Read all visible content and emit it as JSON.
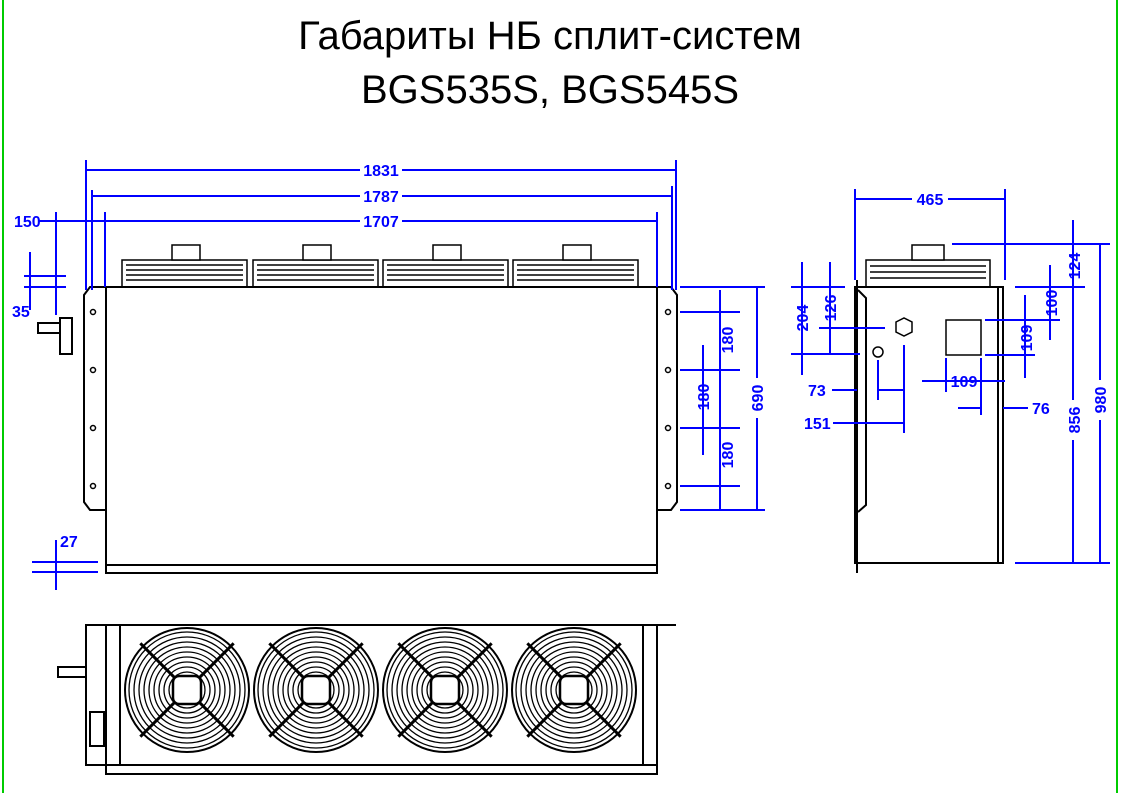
{
  "title": {
    "line1": "Габариты НБ сплит-систем",
    "line2": "BGS535S, BGS545S"
  },
  "front_view": {
    "dims": {
      "overall_width": "1831",
      "flange_width": "1787",
      "body_width": "1707",
      "pipe_offset": "150",
      "top_offset": "35",
      "bottom_strip": "27",
      "hole_pitch_1": "180",
      "hole_pitch_2": "180",
      "hole_pitch_3": "180",
      "flange_height": "690"
    }
  },
  "side_view": {
    "dims": {
      "depth": "465",
      "fan_height": "124",
      "total_height": "980",
      "body_height": "856",
      "box_top": "100",
      "box_height": "109",
      "box_width": "109",
      "box_right": "76",
      "valve1_offset": "73",
      "valve2_offset": "151",
      "valve2_height": "204",
      "valve1_height": "126"
    }
  },
  "colors": {
    "dimension": "#0000ff",
    "border": "#00cc00"
  }
}
